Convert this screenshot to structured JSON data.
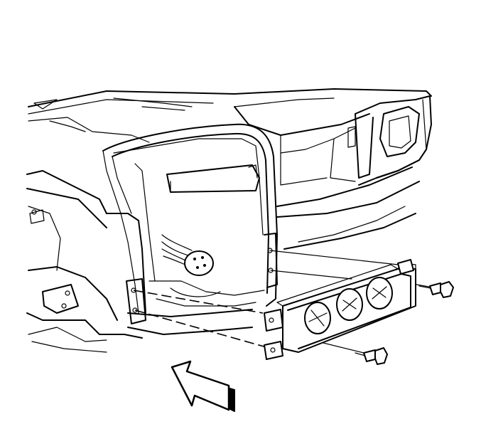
{
  "diagram": {
    "parts": [
      {
        "name": "instrument-panel"
      },
      {
        "name": "hvac-control-module",
        "knob_count": 3
      },
      {
        "name": "mounting-bolt",
        "count": 2
      }
    ],
    "annotation": "direction-arrow-icon",
    "colors": {
      "ink": "#000000",
      "paper": "#ffffff",
      "arrow_shadow": "#000000"
    }
  }
}
